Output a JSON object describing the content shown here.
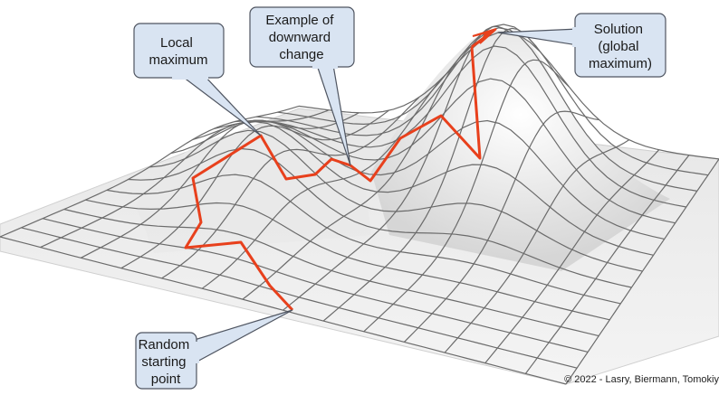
{
  "callouts": {
    "local_max": [
      "Local",
      "maximum"
    ],
    "downward": [
      "Example of",
      "downward",
      "change"
    ],
    "solution": [
      "Solution",
      "(global",
      "maximum)"
    ],
    "start": [
      "Random",
      "starting",
      "point"
    ]
  },
  "credit": "© 2022 - Lasry, Biermann, Tomokiy",
  "colors": {
    "path": "#e8401c",
    "callout_fill": "#d9e4f2",
    "callout_stroke": "#4f5561",
    "grid": "#6b6b6b",
    "surface": "#eeeeee"
  },
  "icons": {
    "arrowhead": "arrowhead-icon"
  }
}
